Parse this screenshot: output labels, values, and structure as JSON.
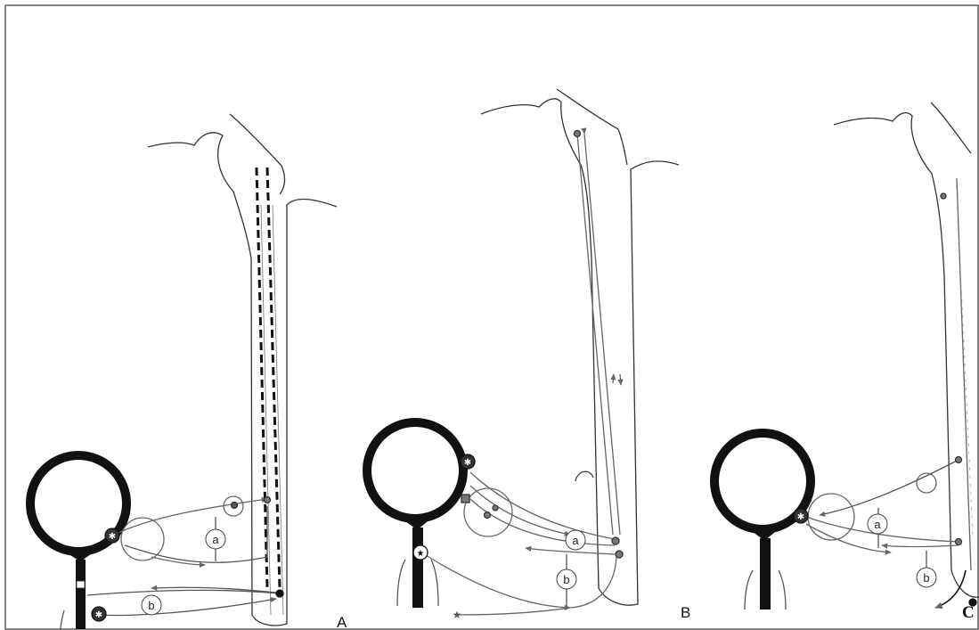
{
  "figure": {
    "panels": [
      {
        "id": "A",
        "label": "A",
        "circle_labels": [
          "a",
          "b"
        ]
      },
      {
        "id": "B",
        "label": "B",
        "circle_labels": [
          "a",
          "b"
        ]
      },
      {
        "id": "C",
        "label": "C",
        "circle_labels": [
          "a",
          "b"
        ]
      }
    ]
  }
}
